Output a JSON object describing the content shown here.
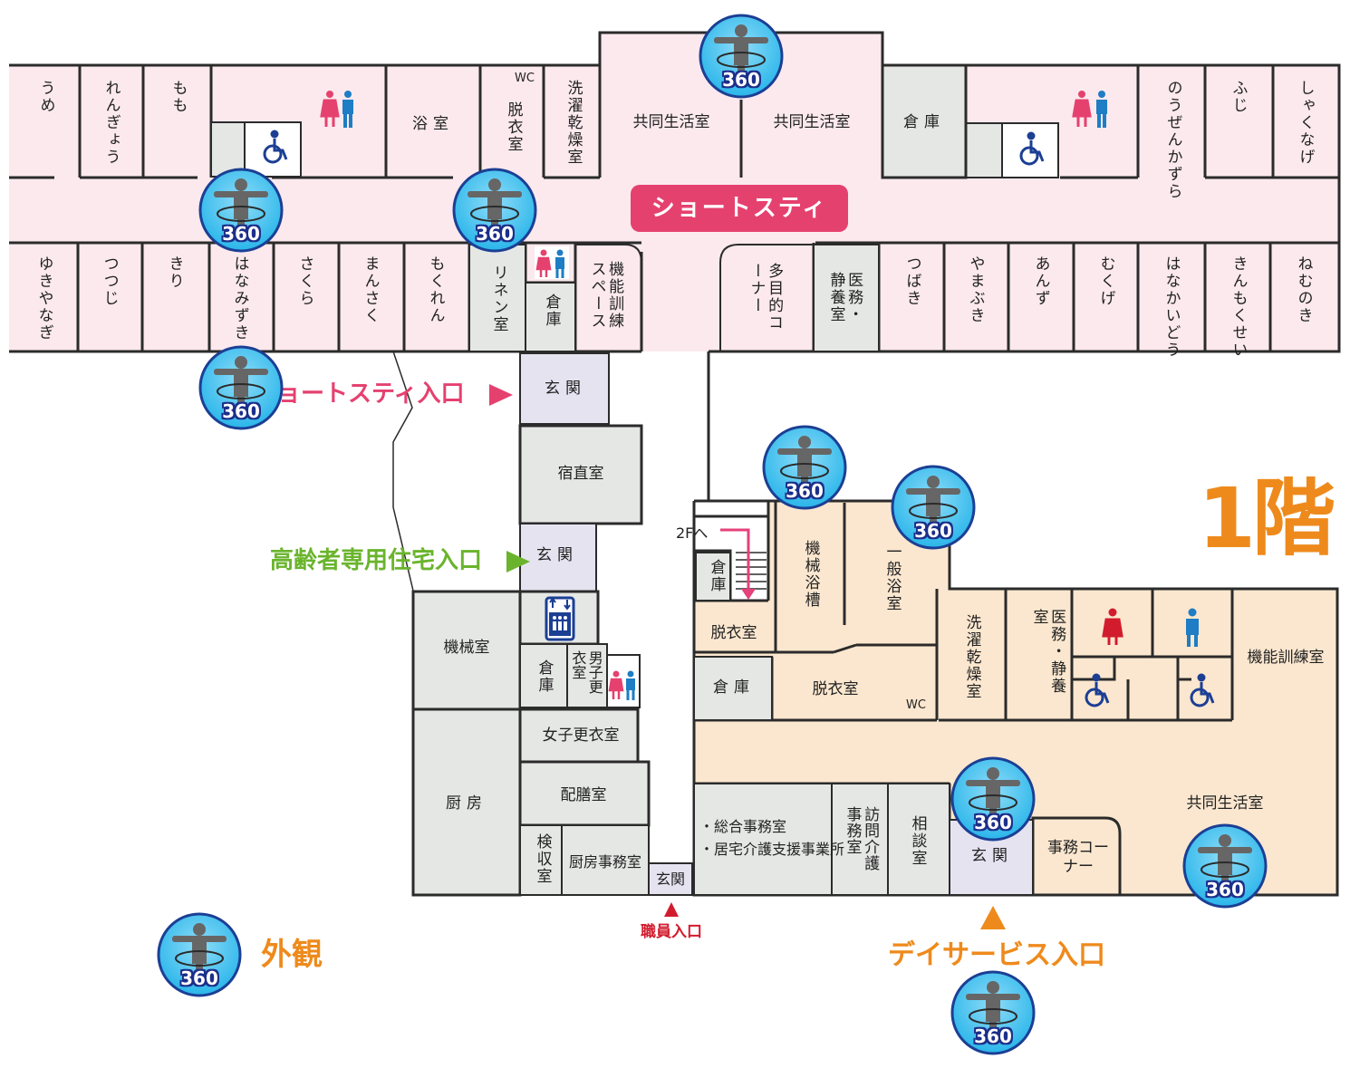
{
  "floor_label": "1階",
  "colors": {
    "short_stay": "#fbe9ee",
    "day_service": "#fbe7cf",
    "storage": "#e5e7e5",
    "entrance": "#e6e3f1",
    "pink_accent": "#e5416f",
    "green_accent": "#6ab42d",
    "orange_accent": "#ee8a1c",
    "staff_red": "#d21c2e",
    "badge_blue": "#2ab6ea"
  },
  "section_badge": "ショートスティ",
  "pano_label": "360",
  "entrances": {
    "short_stay": "ョートスティ入口",
    "elderly_housing": "高齢者専用住宅入口",
    "staff": "職員入口",
    "day_service": "デイサービス入口"
  },
  "exterior_label": "外観",
  "stairs_label": "2Fへ",
  "top_rooms": {
    "ume": "うめ",
    "rengyou": "れんぎょう",
    "momo": "もも",
    "wc": "WC",
    "bath": "浴室",
    "dressing": "脱衣室",
    "laundry": "洗濯乾燥室",
    "common1": "共同生活室",
    "common2": "共同生活室",
    "storage": "倉庫",
    "nouzenkazura": "のうぜんかずら",
    "fuji": "ふじ",
    "shakunage": "しゃくなげ"
  },
  "lower_rooms": {
    "yukiyanagi": "ゆきやなぎ",
    "tsutsuji": "つつじ",
    "kiri": "きり",
    "hanamizuki": "はなみずき",
    "sakura": "さくら",
    "mansaku": "まんさく",
    "mokuren": "もくれん",
    "linen": "リネン室",
    "storage": "倉庫",
    "training_space": "機能訓練スペース",
    "multi": "多目的コーナー",
    "medical": "医務・静養室",
    "tsubaki": "つばき",
    "yamabuki": "やまぶき",
    "azami": "あんず",
    "mukuge": "むくげ",
    "hanakaidou": "はなかいどう",
    "kinmokusei": "きんもくせい",
    "nemunoki": "ねむのき"
  },
  "center_rooms": {
    "entrance1": "玄関",
    "night_duty": "宿直室",
    "entrance2": "玄関",
    "machine": "機械室",
    "storage": "倉庫",
    "mens_locker": "男子更衣室",
    "kitchen": "厨房",
    "womens_locker": "女子更衣室",
    "serving": "配膳室",
    "inspection": "検収室",
    "kitchen_office": "厨房事務室",
    "staff_entrance": "玄関"
  },
  "day_rooms": {
    "storage1": "倉庫",
    "dressing1": "脱衣室",
    "storage2": "倉庫",
    "machine_bath": "機械浴槽",
    "general_bath": "一般浴室",
    "dressing2": "脱衣室",
    "wc": "WC",
    "laundry": "洗濯乾燥室",
    "medical": "医務・静養室",
    "training": "機能訓練室",
    "office1": "・総合事務室",
    "office2": "・居宅介護支援事業所",
    "visiting_care": "訪問介護事務室",
    "consult": "相談室",
    "entrance": "玄関",
    "office_corner": "事務コーナー",
    "common": "共同生活室"
  }
}
